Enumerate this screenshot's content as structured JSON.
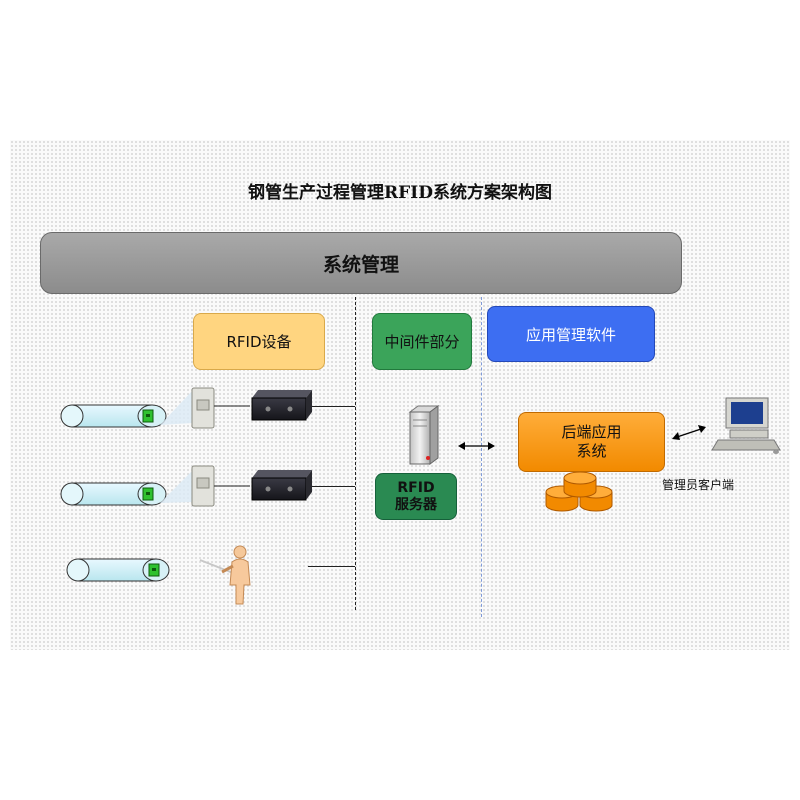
{
  "title": "钢管生产过程管理RFID系统方案架构图",
  "system_management": "系统管理",
  "sections": {
    "rfid_devices": "RFID设备",
    "middleware": "中间件部分",
    "app_software": "应用管理软件"
  },
  "server": {
    "line1": "RFID",
    "line2": "服务器"
  },
  "backend": {
    "line1": "后端应用",
    "line2": "系统"
  },
  "client_label": "管理员客户端",
  "colors": {
    "rfid_devices_box": "#ffd580",
    "middleware_box": "#3ba45a",
    "app_software_box": "#3d6ef2",
    "server_box": "#2a8a52",
    "backend_box": "#f28a00",
    "system_bar": "#9a9a9a"
  },
  "icons": [
    "steel-pipe-icon",
    "rfid-tag-icon",
    "rfid-antenna-icon",
    "rfid-reader-icon",
    "handheld-operator-icon",
    "server-tower-icon",
    "database-cylinders-icon",
    "desktop-computer-icon",
    "double-arrow-icon"
  ]
}
